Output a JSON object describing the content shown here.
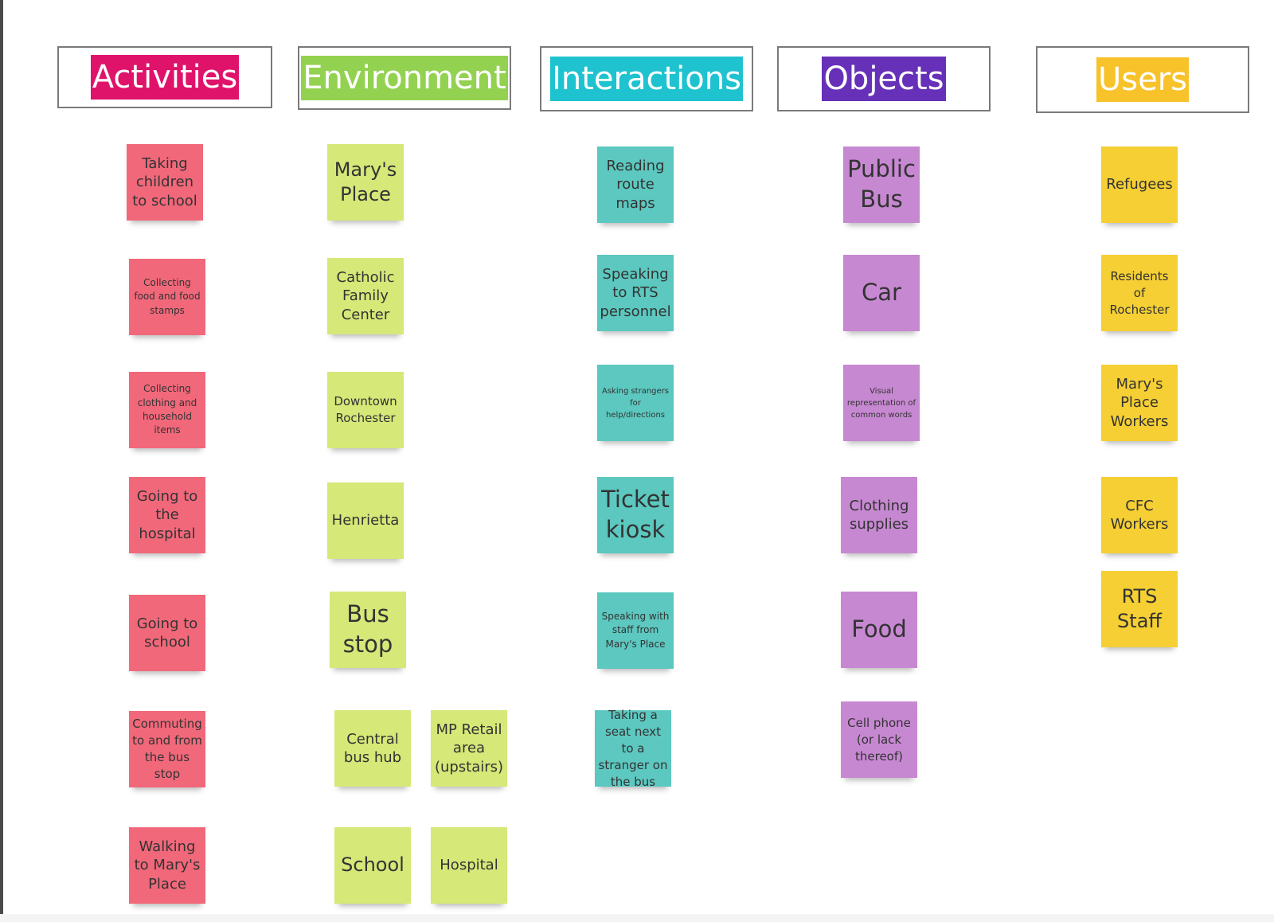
{
  "colors": {
    "activities": "#e0136b",
    "environment": "#93d251",
    "interactions": "#1ec3cf",
    "objects": "#6730b8",
    "users": "#f7c22a",
    "note_pink": "#f1687a",
    "note_green": "#d5e878",
    "note_teal": "#5cc8c0",
    "note_purple": "#c788d2",
    "note_yellow": "#f5cf33"
  },
  "headers": {
    "activities": "Activities",
    "environment": "Environment",
    "interactions": "Interactions",
    "objects": "Objects",
    "users": "Users"
  },
  "activities": [
    "Taking children to school",
    "Collecting food and food stamps",
    "Collecting clothing and household items",
    "Going to the hospital",
    "Going to school",
    "Commuting to and from the bus stop",
    "Walking to Mary's Place"
  ],
  "environment": [
    "Mary's Place",
    "Catholic Family Center",
    "Downtown Rochester",
    "Henrietta",
    "Bus stop",
    "Central bus hub",
    "MP Retail area (upstairs)",
    "School",
    "Hospital"
  ],
  "interactions": [
    "Reading route maps",
    "Speaking to RTS personnel",
    "Asking strangers for help/directions",
    "Ticket kiosk",
    "Speaking with staff from Mary's Place",
    "Taking a seat next to a stranger on the bus"
  ],
  "objects": [
    "Public Bus",
    "Car",
    "Visual representation of common words",
    "Clothing supplies",
    "Food",
    "Cell phone (or lack thereof)"
  ],
  "users": [
    "Refugees",
    "Residents of Rochester",
    "Mary's Place Workers",
    "CFC Workers",
    "RTS Staff"
  ]
}
